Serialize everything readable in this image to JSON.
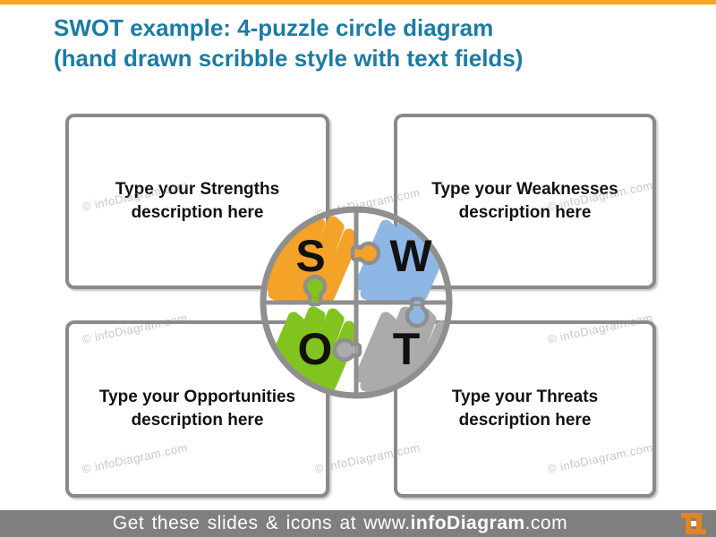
{
  "slide": {
    "title_line1": "SWOT example: 4-puzzle circle diagram",
    "title_line2": "(hand drawn scribble style with text fields)",
    "title_color": "#1B7CA4",
    "accent_bar_color": "#F5A623"
  },
  "boxes": [
    {
      "id": "strengths",
      "text": "Type your Strengths description here"
    },
    {
      "id": "weaknesses",
      "text": "Type your Weaknesses description here"
    },
    {
      "id": "opportunities",
      "text": "Type your Opportunities description here"
    },
    {
      "id": "threats",
      "text": "Type your Threats description here"
    }
  ],
  "puzzle": {
    "letters": {
      "s": "S",
      "w": "W",
      "o": "O",
      "t": "T"
    },
    "colors": {
      "strengths": "#F5A228",
      "weaknesses": "#8FB7E6",
      "opportunities": "#82C41F",
      "threats": "#ABABAB",
      "outline": "#8F8F8F",
      "letter": "#111111"
    }
  },
  "watermark": "© infoDiagram.com",
  "footer": {
    "prefix": "Get these slides & icons at www.",
    "brand": "infoDiagram",
    "suffix": ".com",
    "bar_color": "#7F7F7F",
    "logo_color": "#E8821E"
  }
}
